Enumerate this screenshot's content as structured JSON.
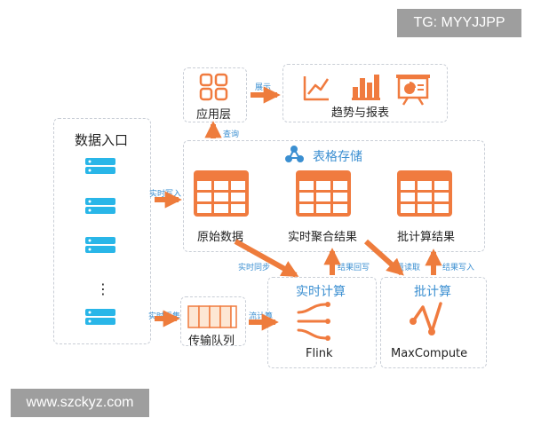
{
  "watermark_top": "TG: MYYJJPP",
  "watermark_bottom": "www.szckyz.com",
  "data_entry": {
    "title": "数据入口",
    "ellipsis": "⋮"
  },
  "app_layer": {
    "label": "应用层"
  },
  "trends": {
    "label": "趋势与报表"
  },
  "table_store": {
    "title": "表格存储"
  },
  "raw_data": {
    "label": "原始数据"
  },
  "realtime_agg": {
    "label": "实时聚合结果"
  },
  "batch_result": {
    "label": "批计算结果"
  },
  "queue": {
    "label": "传输队列"
  },
  "realtime_compute": {
    "title": "实时计算",
    "label": "Flink"
  },
  "batch_compute": {
    "title": "批计算",
    "label": "MaxCompute"
  },
  "edges": {
    "show": "展示",
    "query": "查询",
    "realtime_write": "实时写入",
    "realtime_collect": "实时采集",
    "stream_compute": "流计算",
    "realtime_sync": "实时同步",
    "result_write_back": "结果回写",
    "batch_read": "批量读取",
    "result_write": "结果写入"
  },
  "colors": {
    "orange": "#ff7a00",
    "arrow": "#ee7c3c",
    "blue": "#3b8fd1",
    "server": "#29b6e8",
    "border": "#c9ced6"
  }
}
